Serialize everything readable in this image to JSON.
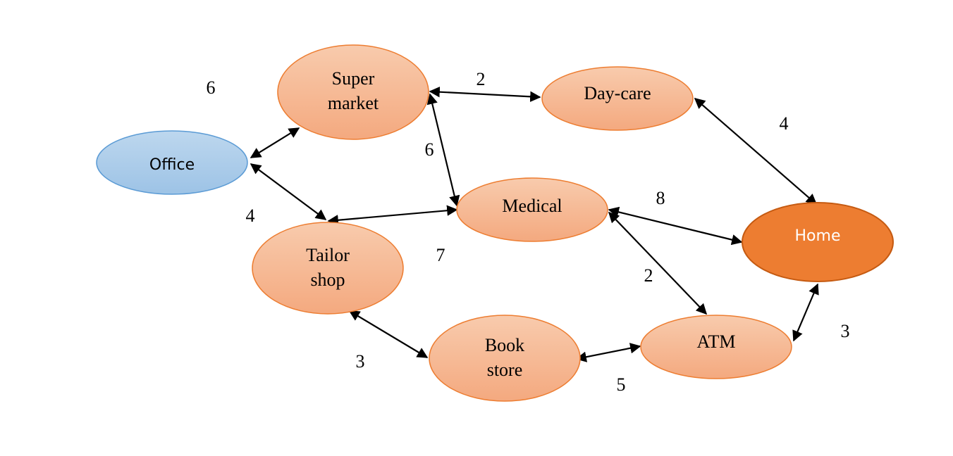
{
  "colors": {
    "office_fill": "#9dc3e6",
    "office_stroke": "#5b9bd5",
    "place_fill": "#f4b183",
    "place_stroke": "#ed7d31",
    "home_fill": "#ed7d31",
    "home_stroke": "#c55a11",
    "edge": "#000000"
  },
  "nodes": [
    {
      "id": "office",
      "lines": [
        "Office"
      ]
    },
    {
      "id": "supermarket",
      "lines": [
        "Super",
        "market"
      ]
    },
    {
      "id": "daycare",
      "lines": [
        "Day-care"
      ]
    },
    {
      "id": "medical",
      "lines": [
        "Medical"
      ]
    },
    {
      "id": "home",
      "lines": [
        "Home"
      ]
    },
    {
      "id": "tailor",
      "lines": [
        "Tailor",
        "shop"
      ]
    },
    {
      "id": "bookstore",
      "lines": [
        "Book",
        "store"
      ]
    },
    {
      "id": "atm",
      "lines": [
        "ATM"
      ]
    }
  ],
  "edges": [
    {
      "from": "office",
      "to": "supermarket",
      "weight": "6"
    },
    {
      "from": "office",
      "to": "tailor",
      "weight": "4"
    },
    {
      "from": "supermarket",
      "to": "daycare",
      "weight": "2"
    },
    {
      "from": "supermarket",
      "to": "medical",
      "weight": "6"
    },
    {
      "from": "daycare",
      "to": "home",
      "weight": "4"
    },
    {
      "from": "tailor",
      "to": "medical",
      "weight": "7"
    },
    {
      "from": "medical",
      "to": "home",
      "weight": "8"
    },
    {
      "from": "medical",
      "to": "atm",
      "weight": "2"
    },
    {
      "from": "tailor",
      "to": "bookstore",
      "weight": "3"
    },
    {
      "from": "bookstore",
      "to": "atm",
      "weight": "5"
    },
    {
      "from": "atm",
      "to": "home",
      "weight": "3"
    }
  ]
}
